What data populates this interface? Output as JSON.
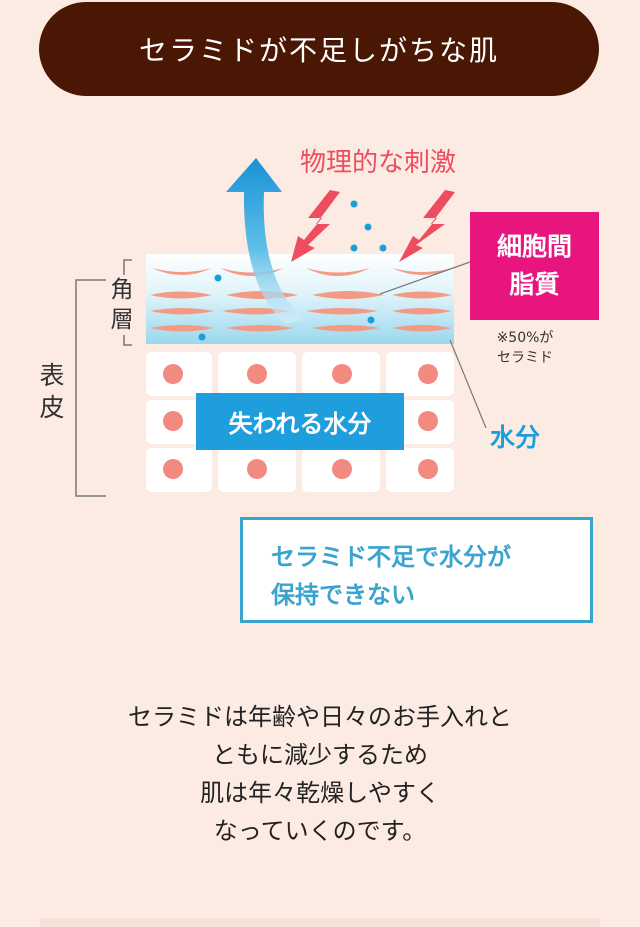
{
  "header": {
    "title": "セラミドが不足しがちな肌"
  },
  "diagram": {
    "stimulus_label": "物理的な刺激",
    "intercellular_label_line1": "細胞間",
    "intercellular_label_line2": "脂質",
    "ceramide_note_line1": "※50%が",
    "ceramide_note_line2": "セラミド",
    "water_label": "水分",
    "stratum_label_line1": "角",
    "stratum_label_line2": "層",
    "epidermis_label_line1": "表",
    "epidermis_label_line2": "皮",
    "lost_water_label": "失われる水分",
    "colors": {
      "header_bg": "#4b1705",
      "accent_pink": "#e8157f",
      "stimulus_red": "#ee4d5f",
      "water_blue": "#1a9fd8",
      "cell_salmon": "#f28a82"
    }
  },
  "conclusion": {
    "line1": "セラミド不足で水分が",
    "line2": "保持できない"
  },
  "body": {
    "line1": "セラミドは年齢や日々のお手入れと",
    "line2": "ともに減少するため",
    "line3": "肌は年々乾燥しやすく",
    "line4": "なっていくのです。"
  }
}
